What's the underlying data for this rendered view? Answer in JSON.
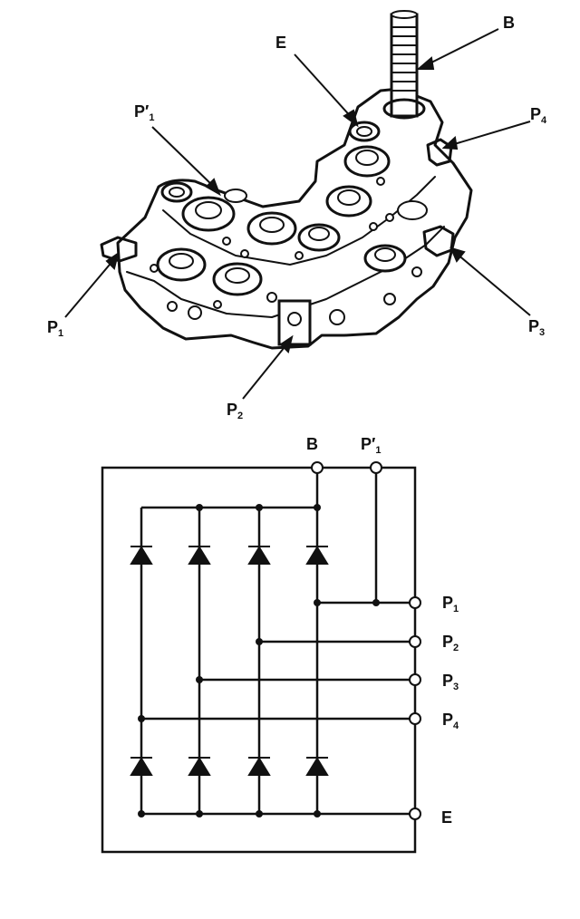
{
  "figure_labels": {
    "B": {
      "main": "B",
      "sub": ""
    },
    "E": {
      "main": "E",
      "sub": ""
    },
    "P1prime": {
      "main": "P′",
      "sub": "1"
    },
    "P1": {
      "main": "P",
      "sub": "1"
    },
    "P2": {
      "main": "P",
      "sub": "2"
    },
    "P3": {
      "main": "P",
      "sub": "3"
    },
    "P4": {
      "main": "P",
      "sub": "4"
    }
  },
  "schematic_labels": {
    "B": {
      "main": "B",
      "sub": ""
    },
    "P1prime": {
      "main": "P′",
      "sub": "1"
    },
    "P1": {
      "main": "P",
      "sub": "1"
    },
    "P2": {
      "main": "P",
      "sub": "2"
    },
    "P3": {
      "main": "P",
      "sub": "3"
    },
    "P4": {
      "main": "P",
      "sub": "4"
    },
    "E": {
      "main": "E",
      "sub": ""
    }
  },
  "colors": {
    "ink": "#111111",
    "background": "#ffffff"
  }
}
